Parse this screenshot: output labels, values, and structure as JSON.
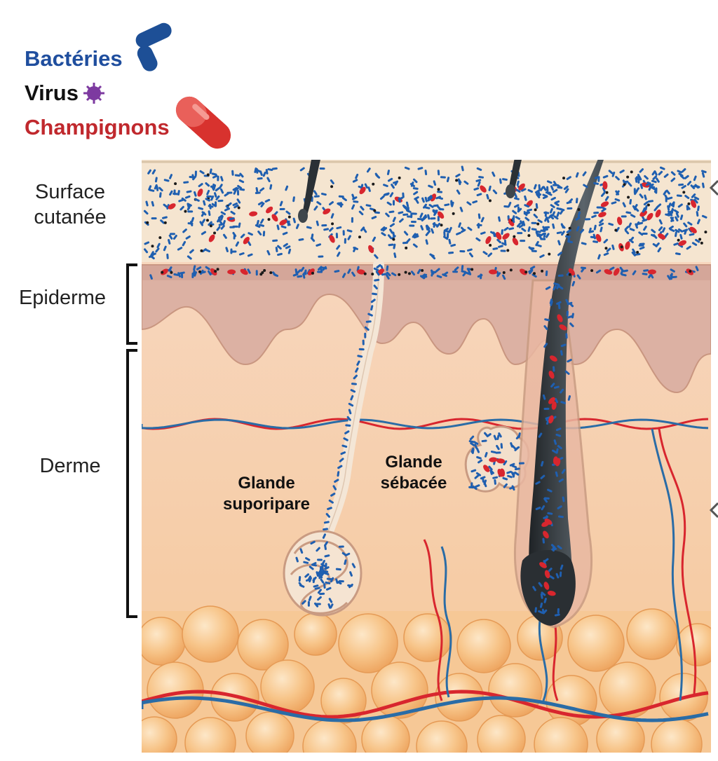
{
  "legend": {
    "bacteria": {
      "label": "Bactéries",
      "color": "#1f4e9e",
      "icon": "bacteria-icon"
    },
    "virus": {
      "label": "Virus",
      "color": "#111111",
      "icon": "virus-icon"
    },
    "fungi": {
      "label": "Champignons",
      "color": "#c0282d",
      "icon": "fungi-icon"
    }
  },
  "layers": {
    "surface_line1": "Surface",
    "surface_line2": "cutanée",
    "epidermis": "Epiderme",
    "dermis": "Derme"
  },
  "glands": {
    "sweat_line1": "Glande",
    "sweat_line2": "suporipare",
    "sebaceous_line1": "Glande",
    "sebaceous_line2": "sébacée"
  },
  "colors": {
    "surface": "#f4e4cf",
    "epidermis": "#dcb3a6",
    "dermis": "#f6d2b3",
    "fat": "#f3b46f",
    "blood_red": "#d8262e",
    "blood_blue": "#2a6ca6",
    "hair": "#2c3237"
  }
}
